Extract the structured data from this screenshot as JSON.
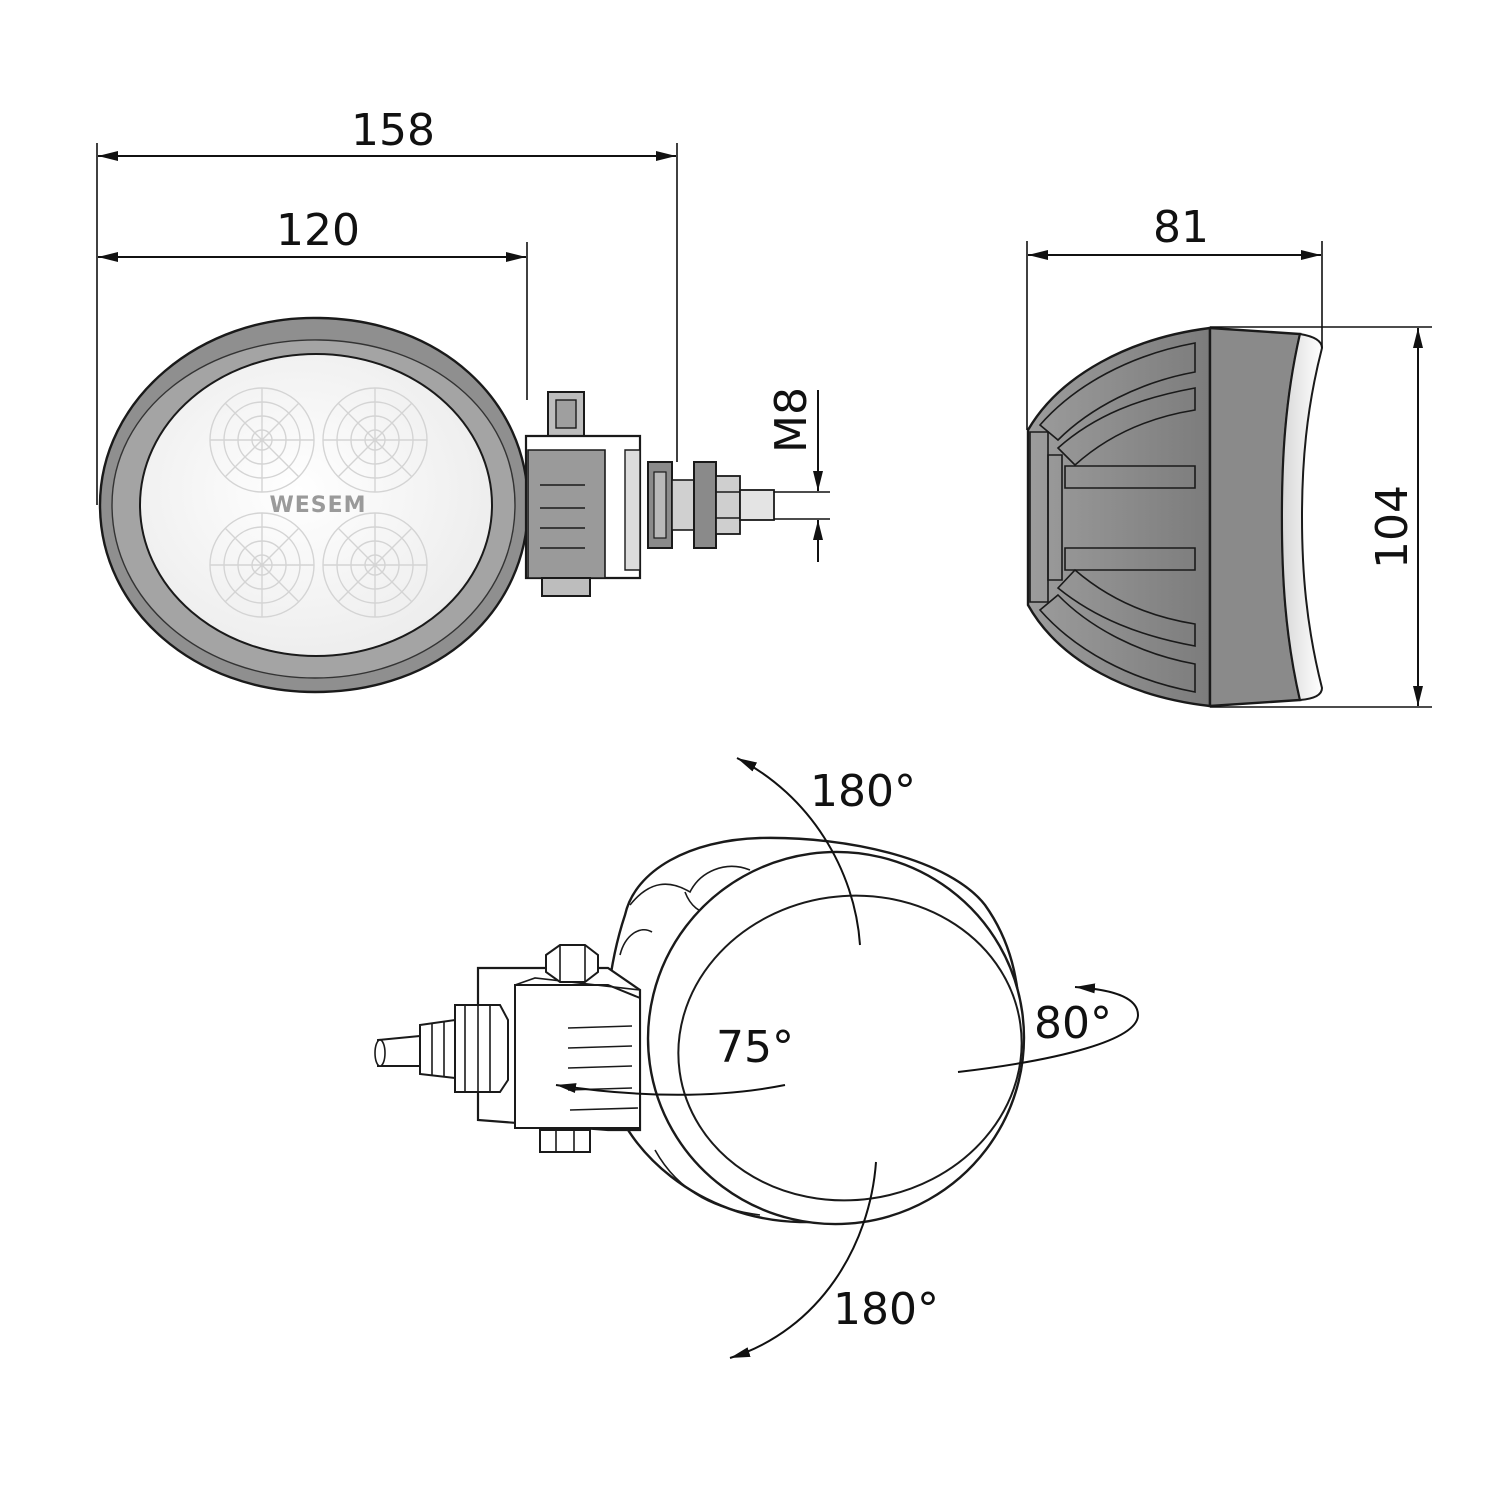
{
  "dimensions": {
    "total_width": "158",
    "housing_width": "120",
    "depth": "81",
    "height": "104",
    "thread": "M8"
  },
  "rotation": {
    "top": "180°",
    "bottom": "180°",
    "tilt_left": "75°",
    "tilt_right": "80°"
  },
  "brand": "WESEM",
  "colors": {
    "line": "#1a1a1a",
    "housing_grey": "#8f8f8f",
    "lens": "#f4f4f4"
  }
}
